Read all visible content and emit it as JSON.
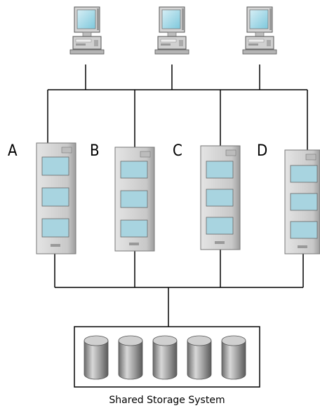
{
  "clients": [
    {
      "icon": "desktop-computer-icon"
    },
    {
      "icon": "desktop-computer-icon"
    },
    {
      "icon": "desktop-computer-icon"
    }
  ],
  "servers": [
    {
      "label": "A",
      "icon": "server-tower-icon"
    },
    {
      "label": "B",
      "icon": "server-tower-icon"
    },
    {
      "label": "C",
      "icon": "server-tower-icon"
    },
    {
      "label": "D",
      "icon": "server-tower-icon"
    }
  ],
  "storage": {
    "label": "Shared Storage System",
    "disk_count": 5,
    "disk_icon": "disk-cylinder-icon"
  },
  "colors": {
    "line": "#000000",
    "chassis": "#c8c8c8",
    "bay": "#a8d4e0",
    "screen": "#7ec8dc",
    "disk": "#8c8c8c"
  }
}
